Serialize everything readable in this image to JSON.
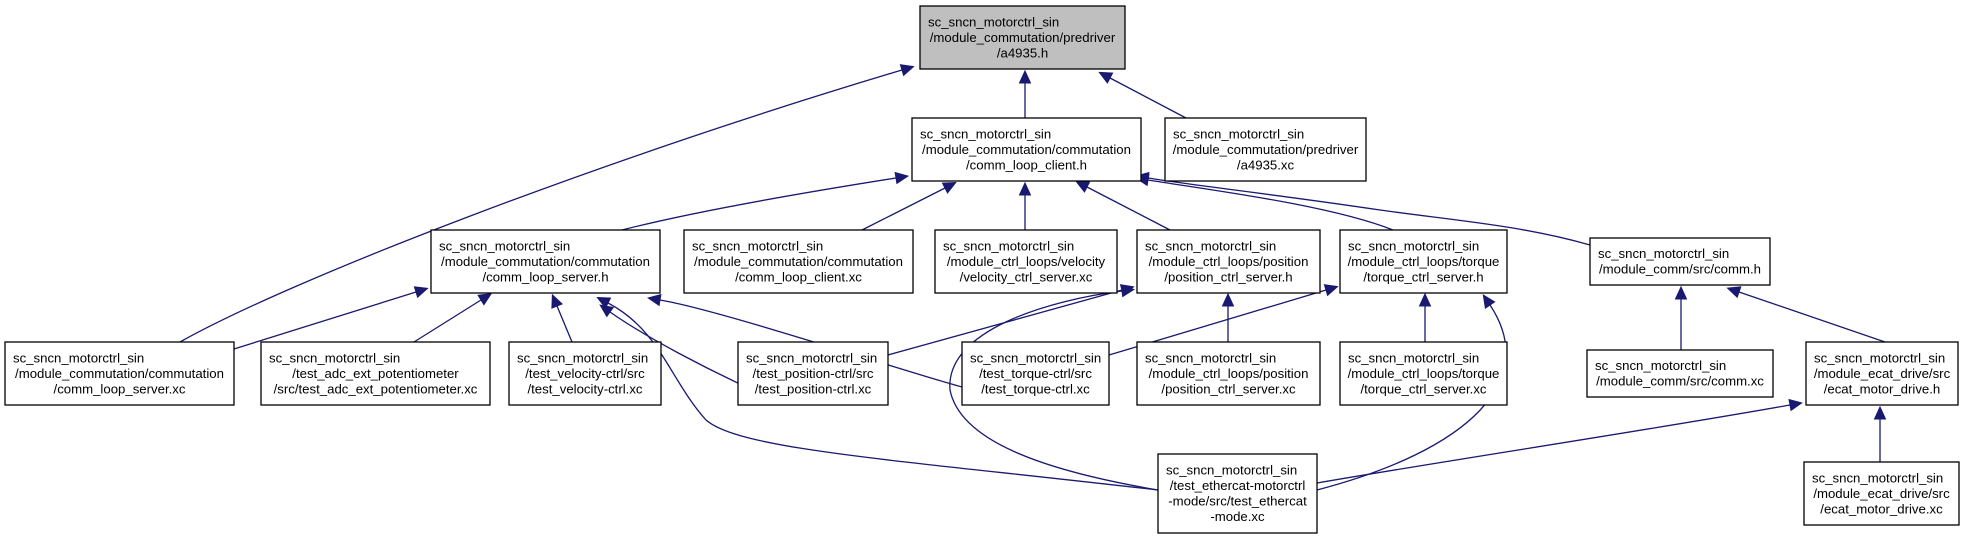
{
  "graph": {
    "colors": {
      "edge": "#191970",
      "root_fill": "#bfbfbf",
      "node_fill": "#ffffff",
      "border": "#000000"
    },
    "nodes": [
      {
        "id": "root",
        "lines": [
          "sc_sncn_motorctrl_sin",
          "/module_commutation/predriver",
          "/a4935.h"
        ]
      },
      {
        "id": "clienth",
        "lines": [
          "sc_sncn_motorctrl_sin",
          "/module_commutation/commutation",
          "/comm_loop_client.h"
        ]
      },
      {
        "id": "a4935xc",
        "lines": [
          "sc_sncn_motorctrl_sin",
          "/module_commutation/predriver",
          "/a4935.xc"
        ]
      },
      {
        "id": "serverh",
        "lines": [
          "sc_sncn_motorctrl_sin",
          "/module_commutation/commutation",
          "/comm_loop_server.h"
        ]
      },
      {
        "id": "clientxc",
        "lines": [
          "sc_sncn_motorctrl_sin",
          "/module_commutation/commutation",
          "/comm_loop_client.xc"
        ]
      },
      {
        "id": "velsrv",
        "lines": [
          "sc_sncn_motorctrl_sin",
          "/module_ctrl_loops/velocity",
          "/velocity_ctrl_server.xc"
        ]
      },
      {
        "id": "possrvh",
        "lines": [
          "sc_sncn_motorctrl_sin",
          "/module_ctrl_loops/position",
          "/position_ctrl_server.h"
        ]
      },
      {
        "id": "torsrvh",
        "lines": [
          "sc_sncn_motorctrl_sin",
          "/module_ctrl_loops/torque",
          "/torque_ctrl_server.h"
        ]
      },
      {
        "id": "commh",
        "lines": [
          "sc_sncn_motorctrl_sin",
          "/module_comm/src/comm.h"
        ]
      },
      {
        "id": "serverxc",
        "lines": [
          "sc_sncn_motorctrl_sin",
          "/module_commutation/commutation",
          "/comm_loop_server.xc"
        ]
      },
      {
        "id": "adc",
        "lines": [
          "sc_sncn_motorctrl_sin",
          "/test_adc_ext_potentiometer",
          "/src/test_adc_ext_potentiometer.xc"
        ]
      },
      {
        "id": "veltest",
        "lines": [
          "sc_sncn_motorctrl_sin",
          "/test_velocity-ctrl/src",
          "/test_velocity-ctrl.xc"
        ]
      },
      {
        "id": "postest",
        "lines": [
          "sc_sncn_motorctrl_sin",
          "/test_position-ctrl/src",
          "/test_position-ctrl.xc"
        ]
      },
      {
        "id": "tortest",
        "lines": [
          "sc_sncn_motorctrl_sin",
          "/test_torque-ctrl/src",
          "/test_torque-ctrl.xc"
        ]
      },
      {
        "id": "possrvxc",
        "lines": [
          "sc_sncn_motorctrl_sin",
          "/module_ctrl_loops/position",
          "/position_ctrl_server.xc"
        ]
      },
      {
        "id": "torsrvxc",
        "lines": [
          "sc_sncn_motorctrl_sin",
          "/module_ctrl_loops/torque",
          "/torque_ctrl_server.xc"
        ]
      },
      {
        "id": "commxc",
        "lines": [
          "sc_sncn_motorctrl_sin",
          "/module_comm/src/comm.xc"
        ]
      },
      {
        "id": "ecath",
        "lines": [
          "sc_sncn_motorctrl_sin",
          "/module_ecat_drive/src",
          "/ecat_motor_drive.h"
        ]
      },
      {
        "id": "ethercat",
        "lines": [
          "sc_sncn_motorctrl_sin",
          "/test_ethercat-motorctrl",
          "-mode/src/test_ethercat",
          "-mode.xc"
        ]
      },
      {
        "id": "ecatxc",
        "lines": [
          "sc_sncn_motorctrl_sin",
          "/module_ecat_drive/src",
          "/ecat_motor_drive.xc"
        ]
      }
    ],
    "edges": [
      {
        "from": "clienth",
        "to": "root"
      },
      {
        "from": "a4935xc",
        "to": "root"
      },
      {
        "from": "serverxc",
        "to": "root"
      },
      {
        "from": "serverh",
        "to": "clienth"
      },
      {
        "from": "clientxc",
        "to": "clienth"
      },
      {
        "from": "velsrv",
        "to": "clienth"
      },
      {
        "from": "possrvh",
        "to": "clienth"
      },
      {
        "from": "torsrvh",
        "to": "clienth"
      },
      {
        "from": "commh",
        "to": "clienth"
      },
      {
        "from": "serverxc",
        "to": "serverh"
      },
      {
        "from": "adc",
        "to": "serverh"
      },
      {
        "from": "veltest",
        "to": "serverh"
      },
      {
        "from": "postest",
        "to": "serverh"
      },
      {
        "from": "tortest",
        "to": "serverh"
      },
      {
        "from": "ethercat",
        "to": "serverh"
      },
      {
        "from": "postest",
        "to": "possrvh"
      },
      {
        "from": "possrvxc",
        "to": "possrvh"
      },
      {
        "from": "ethercat",
        "to": "possrvh"
      },
      {
        "from": "tortest",
        "to": "torsrvh"
      },
      {
        "from": "torsrvxc",
        "to": "torsrvh"
      },
      {
        "from": "ethercat",
        "to": "torsrvh"
      },
      {
        "from": "commxc",
        "to": "commh"
      },
      {
        "from": "ecath",
        "to": "commh"
      },
      {
        "from": "ethercat",
        "to": "ecath"
      },
      {
        "from": "ecatxc",
        "to": "ecath"
      }
    ]
  }
}
